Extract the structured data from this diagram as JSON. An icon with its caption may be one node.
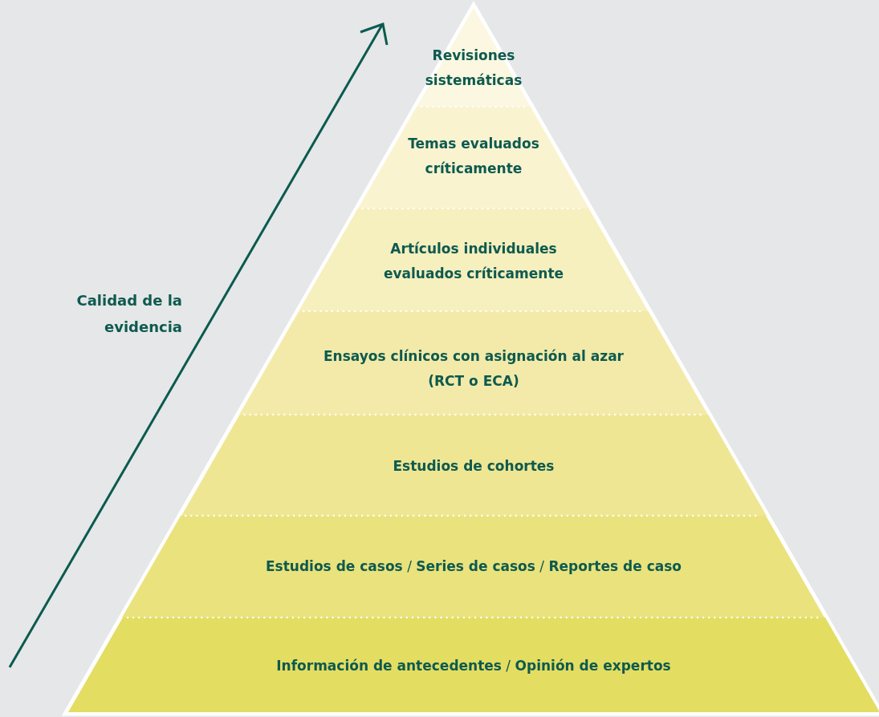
{
  "diagram": {
    "nodes": [
      {
        "text": [
          "Revisiones sistemáticas"
        ]
      },
      {
        "text": [
          "Temas evaluados críticamente"
        ]
      },
      {
        "text": [
          "Artículos individuales evaluados críticamente"
        ]
      },
      {
        "text": [
          "Ensayos clínicos con asignación al azar (RCT o ECA)"
        ]
      },
      {
        "text": [
          "Estudios de cohortes"
        ]
      },
      {
        "text": [
          "**Estudios de casos** / **Series de casos** / **Reportes de caso**"
        ]
      },
      {
        "text": [
          "**Información de antecedentes** / **Opinión de expertos**"
        ]
      }
    ],
    "edges": [],
    "labels": [
      "Calidad de la evidencia"
    ]
  }
}
